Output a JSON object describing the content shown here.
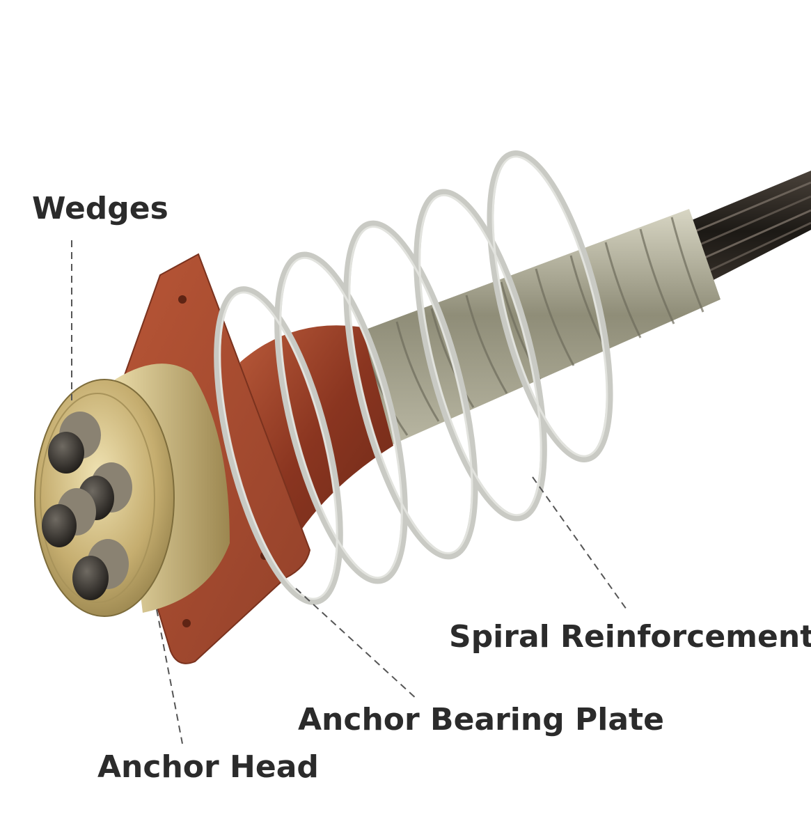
{
  "labels": {
    "wedges": "Wedges",
    "spiral_reinforcement": "Spiral Reinforcement",
    "anchor_bearing_plate": "Anchor Bearing Plate",
    "anchor_head": "Anchor Head"
  },
  "colors": {
    "background": "#ffffff",
    "label_text": "#2b2b2b",
    "leader_line": "#555555",
    "bearing_plate": "#a4482c",
    "anchor_head": "#c7b37a",
    "spiral": "#c9cac4",
    "corrugated_duct": "#9f9d86",
    "strand": "#2a2622"
  }
}
